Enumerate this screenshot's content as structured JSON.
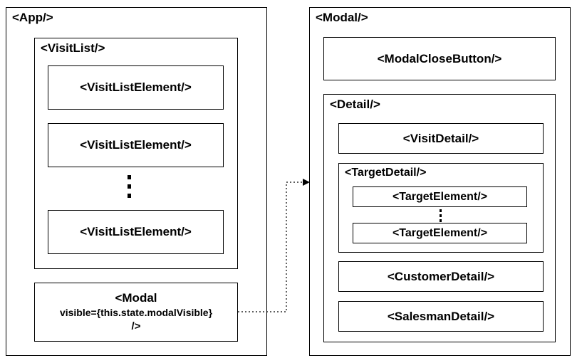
{
  "app": {
    "label": "<App/>"
  },
  "visit_list": {
    "label": "<VisitList/>",
    "elements": [
      "<VisitListElement/>",
      "<VisitListElement/>",
      "<VisitListElement/>"
    ]
  },
  "modal_usage": {
    "line1": "<Modal",
    "line2": "visible={this.state.modalVisible}",
    "line3": "/>"
  },
  "modal": {
    "label": "<Modal/>",
    "close_button": "<ModalCloseButton/>"
  },
  "detail": {
    "label": "<Detail/>",
    "visit_detail": "<VisitDetail/>",
    "target_detail": {
      "label": "<TargetDetail/>",
      "elements": [
        "<TargetElement/>",
        "<TargetElement/>"
      ]
    },
    "customer_detail": "<CustomerDetail/>",
    "salesman_detail": "<SalesmanDetail/>"
  }
}
